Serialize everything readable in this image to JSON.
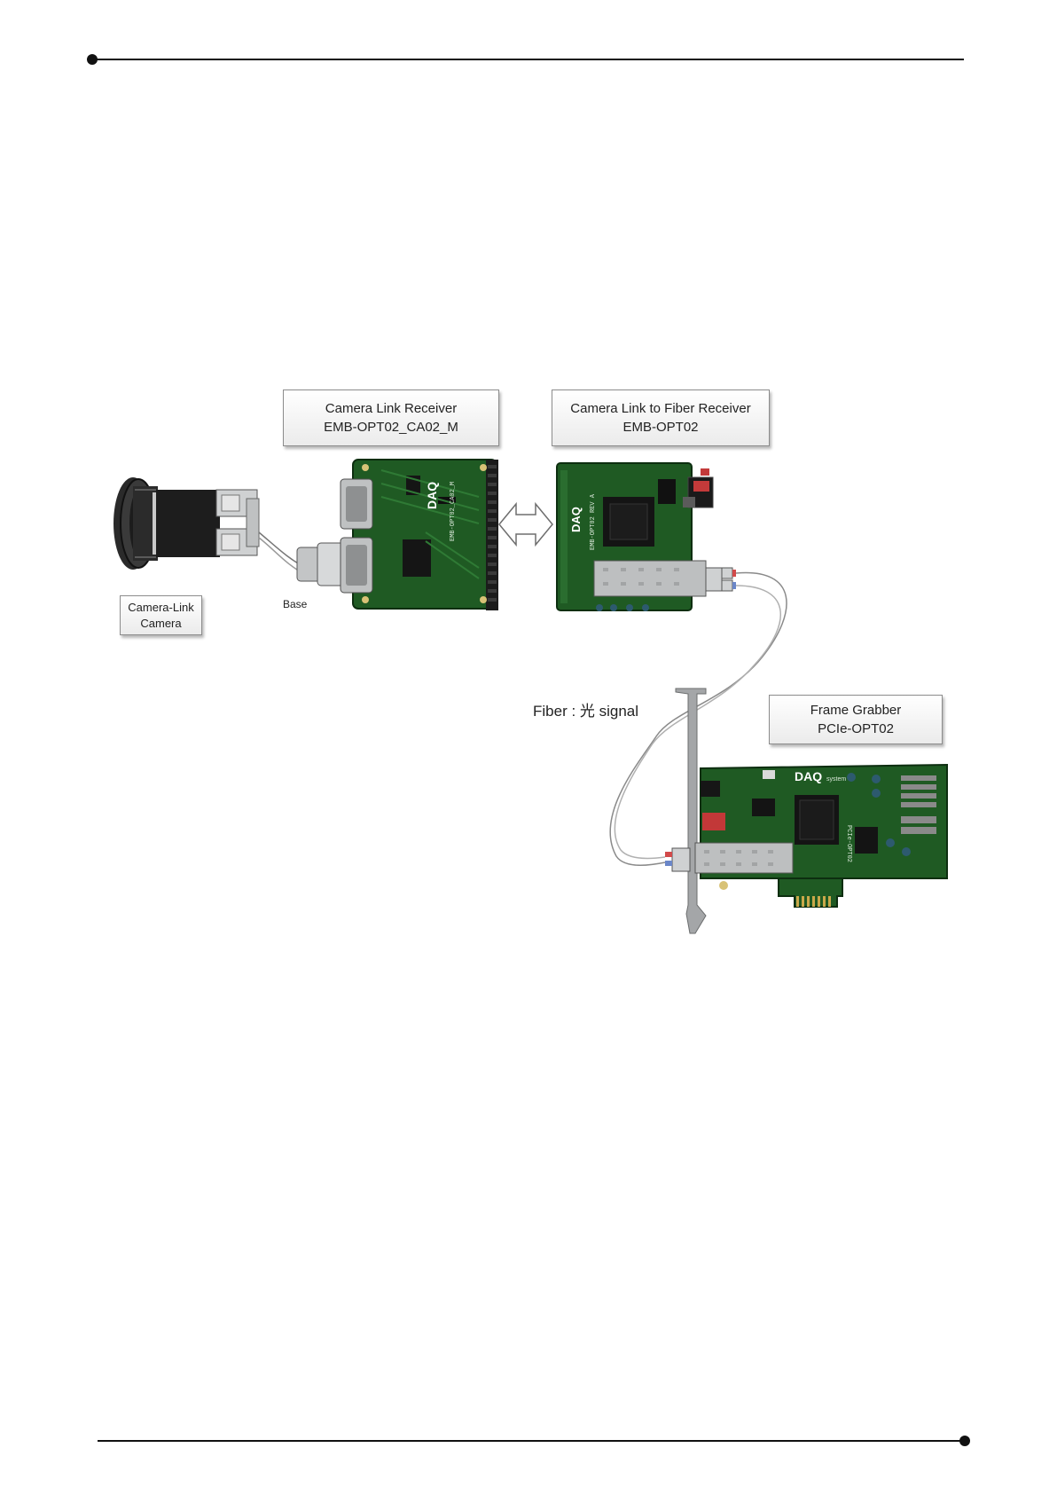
{
  "labels": {
    "receiver_title": "Camera Link Receiver",
    "receiver_model": "EMB-OPT02_CA02_M",
    "fiber_receiver_title": "Camera Link to Fiber Receiver",
    "fiber_receiver_model": "EMB-OPT02",
    "frame_grabber_title": "Frame Grabber",
    "frame_grabber_model": "PCIe-OPT02",
    "camera_line1": "Camera-Link",
    "camera_line2": "Camera",
    "base": "Base",
    "fiber_signal": "Fiber : 光 signal"
  },
  "board_silkscreen": {
    "daq_brand": "DAQ",
    "daq_system": "system",
    "receiver_part": "EMB-OPT02_CA02_M",
    "fiber_part": "EMB-OPT02 REV A",
    "grabber_part": "PCIe-OPT02"
  },
  "colors": {
    "pcb_green": "#1f5a23",
    "pcb_dark": "#123a16",
    "connector_gray": "#b9bcbd",
    "bracket_gray": "#a4a6a8",
    "arrow_fill": "#ffffff",
    "rule": "#111111"
  },
  "icons": [
    "camera-icon",
    "double-arrow-icon",
    "fiber-cable-icon",
    "pcb-board-icon"
  ]
}
